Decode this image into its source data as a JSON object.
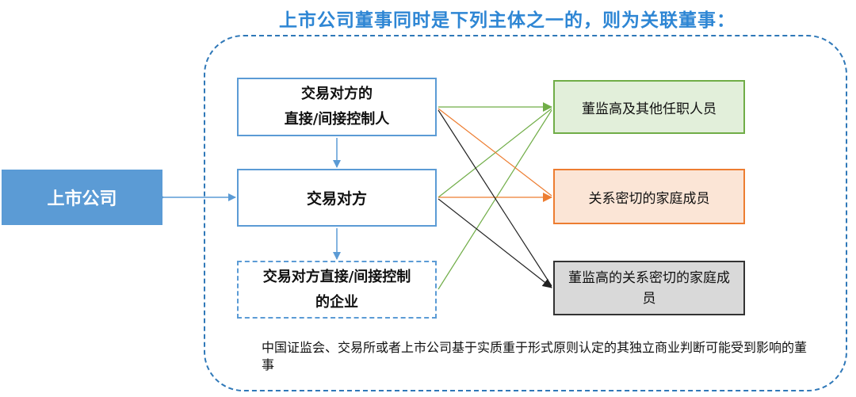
{
  "title": "上市公司董事同时是下列主体之一的，则为关联董事：",
  "listed_company": "上市公司",
  "left_boxes": {
    "controller_line1": "交易对方的",
    "controller_line2": "直接/间接控制人",
    "counterparty": "交易对方",
    "enterprise_line1": "交易对方直接/间接控制",
    "enterprise_line2": "的企业"
  },
  "right_boxes": {
    "officers": "董监高及其他任职人员",
    "family": "关系密切的家庭成员",
    "officer_family": "董监高的关系密切的家庭成员"
  },
  "note": "中国证监会、交易所或者上市公司基于实质重于形式原则认定的其独立商业判断可能受到影响的董事",
  "colors": {
    "blue": "#5b9bd5",
    "title_blue": "#2e86d4",
    "green": "#70ad47",
    "orange": "#ed7d31",
    "black": "#222222"
  }
}
